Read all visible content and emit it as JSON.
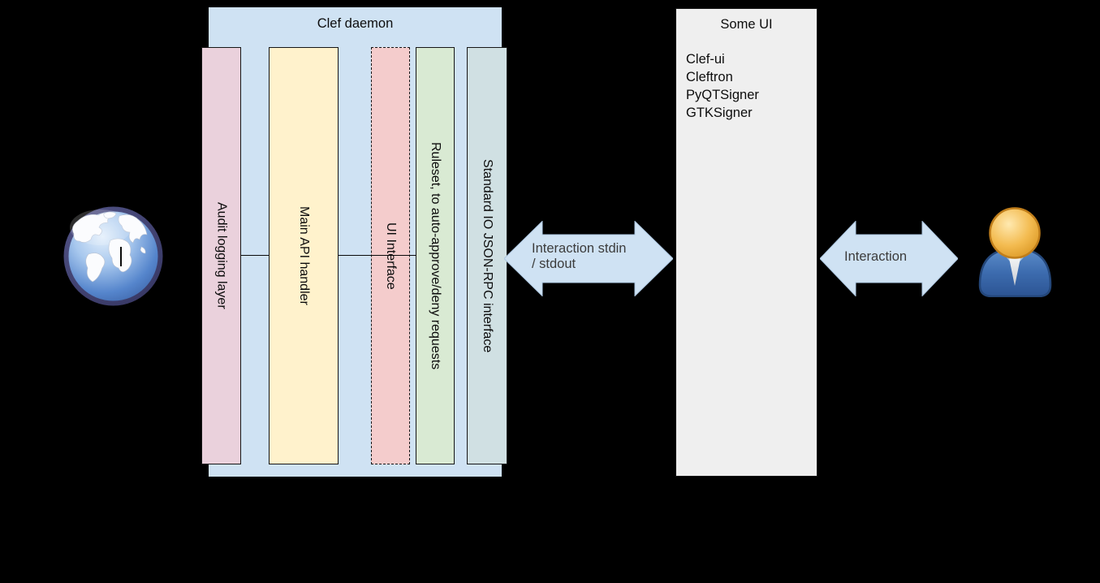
{
  "colors": {
    "background": "#000000",
    "daemon_box": "#cfe2f3",
    "audit_bar": "#ead1dc",
    "api_bar": "#fff2cc",
    "ui_bar": "#f4cccc",
    "ruleset_bar": "#d9ead3",
    "stdio_bar": "#d0e0e3",
    "some_ui_box": "#efefef",
    "arrow": "#cfe2f3",
    "arrow_text": "#3c3c3c"
  },
  "daemon": {
    "title": "Clef daemon",
    "bars": [
      {
        "id": "audit",
        "label": "Audit logging layer"
      },
      {
        "id": "api",
        "label": "Main API handler"
      },
      {
        "id": "ui",
        "label": "UI Interface"
      },
      {
        "id": "ruleset",
        "label": "Ruleset, to auto-approve/deny requests"
      },
      {
        "id": "stdio",
        "label": "Standard IO JSON-RPC interface"
      }
    ]
  },
  "some_ui": {
    "title": "Some UI",
    "items": [
      "Clef-ui",
      "Cleftron",
      "PyQTSigner",
      "GTKSigner"
    ]
  },
  "arrows": {
    "stdin_stdout": {
      "label": "Interaction stdin\n/ stdout"
    },
    "user": {
      "label": "Interaction"
    }
  },
  "icons": {
    "globe": "internet-globe",
    "person": "user"
  }
}
